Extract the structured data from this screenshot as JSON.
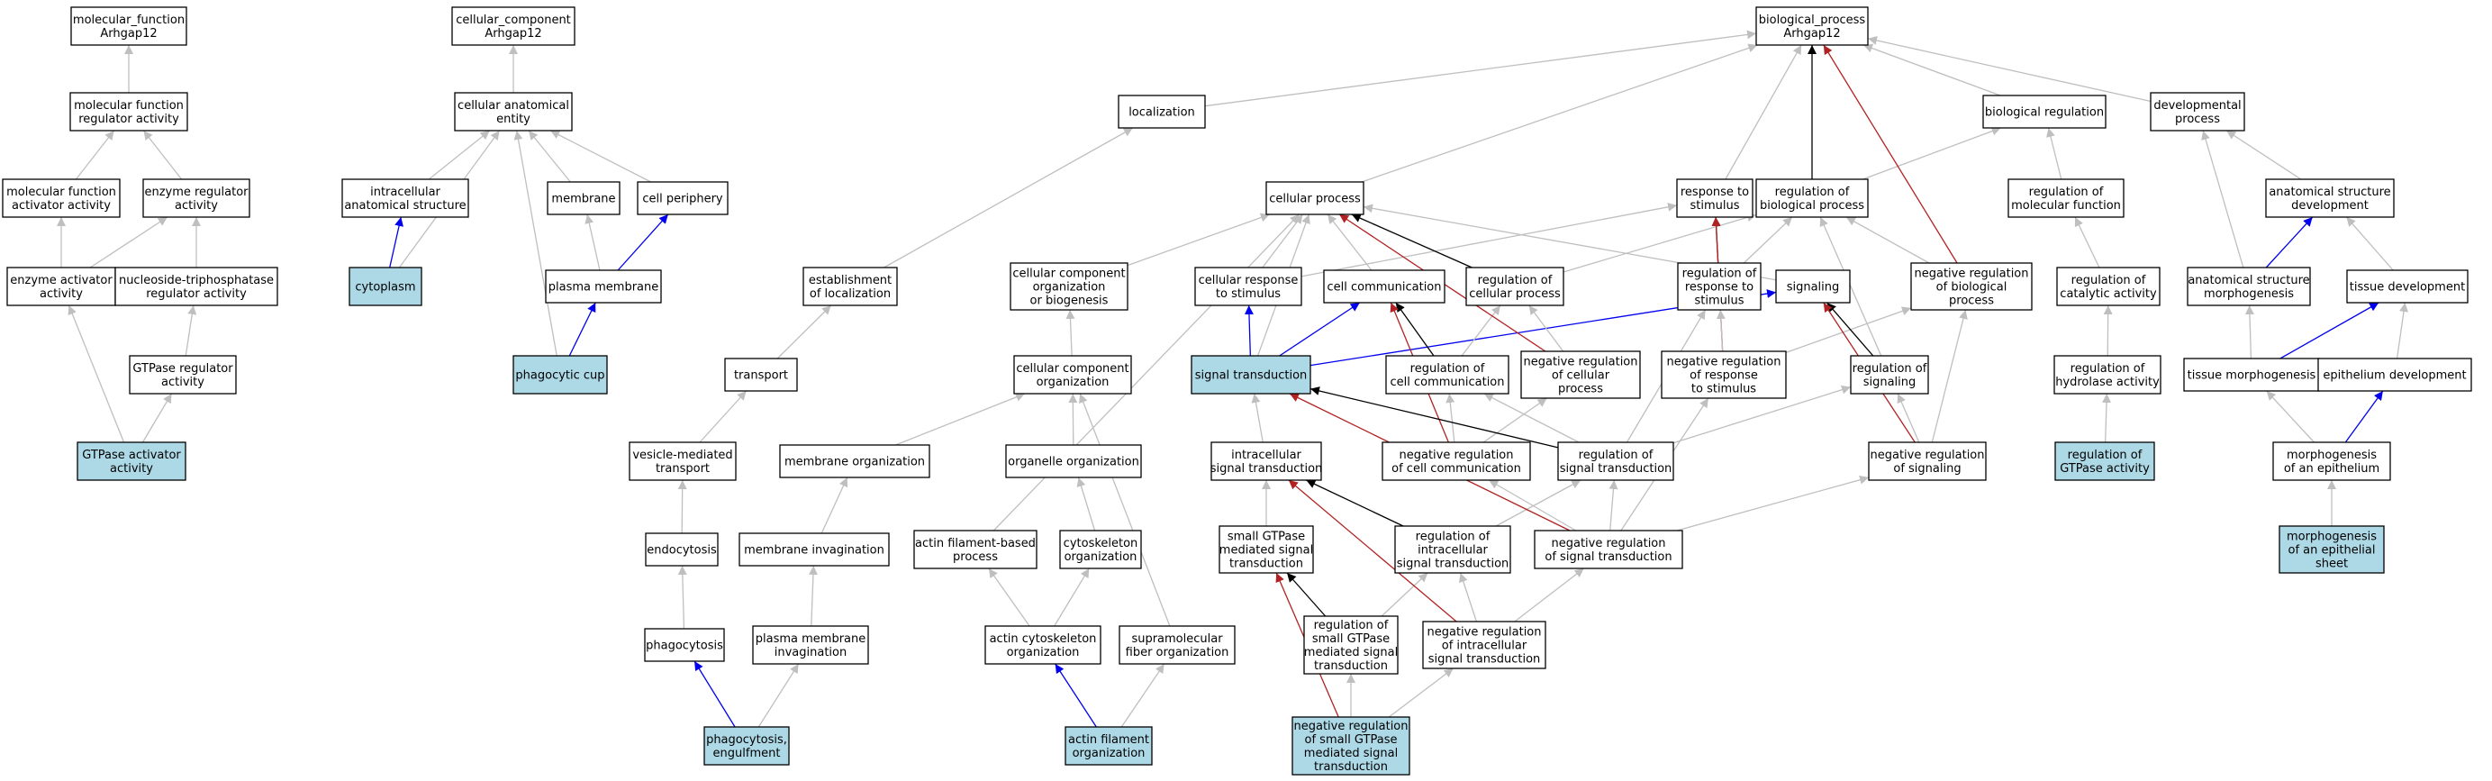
{
  "colors": {
    "highlight": "#add8e6",
    "plain": "#ffffff",
    "gray": "#bfbfbf",
    "black": "#000000",
    "red": "#b22222",
    "blue": "#0000ee"
  },
  "nodes": [
    {
      "id": "mf",
      "lines": [
        "molecular_function",
        "Arhgap12"
      ]
    },
    {
      "id": "mfra",
      "lines": [
        "molecular function",
        "regulator activity"
      ]
    },
    {
      "id": "mfaa",
      "lines": [
        "molecular function",
        "activator activity"
      ]
    },
    {
      "id": "era",
      "lines": [
        "enzyme regulator",
        "activity"
      ]
    },
    {
      "id": "eaa",
      "lines": [
        "enzyme activator",
        "activity"
      ]
    },
    {
      "id": "ntra",
      "lines": [
        "nucleoside-triphosphatase",
        "regulator activity"
      ]
    },
    {
      "id": "gtpra",
      "lines": [
        "GTPase regulator",
        "activity"
      ]
    },
    {
      "id": "gtpaa",
      "lines": [
        "GTPase activator",
        "activity"
      ],
      "hl": true
    },
    {
      "id": "cc",
      "lines": [
        "cellular_component",
        "Arhgap12"
      ]
    },
    {
      "id": "cae",
      "lines": [
        "cellular anatomical",
        "entity"
      ]
    },
    {
      "id": "ias",
      "lines": [
        "intracellular",
        "anatomical structure"
      ]
    },
    {
      "id": "memb",
      "lines": [
        "membrane"
      ]
    },
    {
      "id": "cper",
      "lines": [
        "cell periphery"
      ]
    },
    {
      "id": "cyto",
      "lines": [
        "cytoplasm"
      ],
      "hl": true
    },
    {
      "id": "pm",
      "lines": [
        "plasma membrane"
      ]
    },
    {
      "id": "pcup",
      "lines": [
        "phagocytic cup"
      ],
      "hl": true
    },
    {
      "id": "loc",
      "lines": [
        "localization"
      ]
    },
    {
      "id": "eloc",
      "lines": [
        "establishment",
        "of localization"
      ]
    },
    {
      "id": "trans",
      "lines": [
        "transport"
      ]
    },
    {
      "id": "vmt",
      "lines": [
        "vesicle-mediated",
        "transport"
      ]
    },
    {
      "id": "endo",
      "lines": [
        "endocytosis"
      ]
    },
    {
      "id": "phago",
      "lines": [
        "phagocytosis"
      ]
    },
    {
      "id": "pheng",
      "lines": [
        "phagocytosis,",
        "engulfment"
      ],
      "hl": true
    },
    {
      "id": "memorg",
      "lines": [
        "membrane organization"
      ]
    },
    {
      "id": "meminv",
      "lines": [
        "membrane invagination"
      ]
    },
    {
      "id": "pminv",
      "lines": [
        "plasma membrane",
        "invagination"
      ]
    },
    {
      "id": "ccob",
      "lines": [
        "cellular component",
        "organization",
        "or biogenesis"
      ]
    },
    {
      "id": "cco",
      "lines": [
        "cellular component",
        "organization"
      ]
    },
    {
      "id": "orgo",
      "lines": [
        "organelle organization"
      ]
    },
    {
      "id": "cysko",
      "lines": [
        "cytoskeleton",
        "organization"
      ]
    },
    {
      "id": "afbp",
      "lines": [
        "actin filament-based",
        "process"
      ]
    },
    {
      "id": "acysko",
      "lines": [
        "actin cytoskeleton",
        "organization"
      ]
    },
    {
      "id": "sfo",
      "lines": [
        "supramolecular",
        "fiber organization"
      ]
    },
    {
      "id": "afo",
      "lines": [
        "actin filament",
        "organization"
      ],
      "hl": true
    },
    {
      "id": "bp",
      "lines": [
        "biological_process",
        "Arhgap12"
      ]
    },
    {
      "id": "cp",
      "lines": [
        "cellular process"
      ]
    },
    {
      "id": "crs",
      "lines": [
        "cellular response",
        "to stimulus"
      ]
    },
    {
      "id": "ccomm",
      "lines": [
        "cell communication"
      ]
    },
    {
      "id": "rcp",
      "lines": [
        "regulation of",
        "cellular process"
      ]
    },
    {
      "id": "st",
      "lines": [
        "signal transduction"
      ],
      "hl": true
    },
    {
      "id": "rcc",
      "lines": [
        "regulation of",
        "cell communication"
      ]
    },
    {
      "id": "nrcp",
      "lines": [
        "negative regulation",
        "of cellular",
        "process"
      ]
    },
    {
      "id": "ist",
      "lines": [
        "intracellular",
        "signal transduction"
      ]
    },
    {
      "id": "nrcc",
      "lines": [
        "negative regulation",
        "of cell communication"
      ]
    },
    {
      "id": "rst",
      "lines": [
        "regulation of",
        "signal transduction"
      ]
    },
    {
      "id": "sgst",
      "lines": [
        "small GTPase",
        "mediated signal",
        "transduction"
      ]
    },
    {
      "id": "rist",
      "lines": [
        "regulation of",
        "intracellular",
        "signal transduction"
      ]
    },
    {
      "id": "nrst",
      "lines": [
        "negative regulation",
        "of signal transduction"
      ]
    },
    {
      "id": "rsgst",
      "lines": [
        "regulation of",
        "small GTPase",
        "mediated signal",
        "transduction"
      ]
    },
    {
      "id": "nrist",
      "lines": [
        "negative regulation",
        "of intracellular",
        "signal transduction"
      ]
    },
    {
      "id": "nrsgst",
      "lines": [
        "negative regulation",
        "of small GTPase",
        "mediated signal",
        "transduction"
      ],
      "hl": true
    },
    {
      "id": "rts",
      "lines": [
        "response to",
        "stimulus"
      ]
    },
    {
      "id": "rbp",
      "lines": [
        "regulation of",
        "biological process"
      ]
    },
    {
      "id": "rrs",
      "lines": [
        "regulation of",
        "response to",
        "stimulus"
      ]
    },
    {
      "id": "sig",
      "lines": [
        "signaling"
      ]
    },
    {
      "id": "nrbp",
      "lines": [
        "negative regulation",
        "of biological",
        "process"
      ]
    },
    {
      "id": "nrrs",
      "lines": [
        "negative regulation",
        "of response",
        "to stimulus"
      ]
    },
    {
      "id": "rsig",
      "lines": [
        "regulation of",
        "signaling"
      ]
    },
    {
      "id": "nrsig",
      "lines": [
        "negative regulation",
        "of signaling"
      ]
    },
    {
      "id": "breg",
      "lines": [
        "biological regulation"
      ]
    },
    {
      "id": "rmf",
      "lines": [
        "regulation of",
        "molecular function"
      ]
    },
    {
      "id": "rca",
      "lines": [
        "regulation of",
        "catalytic activity"
      ]
    },
    {
      "id": "rha",
      "lines": [
        "regulation of",
        "hydrolase activity"
      ]
    },
    {
      "id": "rgtpa",
      "lines": [
        "regulation of",
        "GTPase activity"
      ],
      "hl": true
    },
    {
      "id": "devp",
      "lines": [
        "developmental",
        "process"
      ]
    },
    {
      "id": "asd",
      "lines": [
        "anatomical structure",
        "development"
      ]
    },
    {
      "id": "asm",
      "lines": [
        "anatomical structure",
        "morphogenesis"
      ]
    },
    {
      "id": "td",
      "lines": [
        "tissue development"
      ]
    },
    {
      "id": "tm",
      "lines": [
        "tissue morphogenesis"
      ]
    },
    {
      "id": "ed",
      "lines": [
        "epithelium development"
      ]
    },
    {
      "id": "moe",
      "lines": [
        "morphogenesis",
        "of an epithelium"
      ]
    },
    {
      "id": "moes",
      "lines": [
        "morphogenesis",
        "of an epithelial",
        "sheet"
      ],
      "hl": true
    }
  ],
  "edges": [
    {
      "from": "mfra",
      "to": "mf",
      "c": "gray"
    },
    {
      "from": "mfaa",
      "to": "mfra",
      "c": "gray"
    },
    {
      "from": "era",
      "to": "mfra",
      "c": "gray"
    },
    {
      "from": "eaa",
      "to": "mfaa",
      "c": "gray"
    },
    {
      "from": "eaa",
      "to": "era",
      "c": "gray"
    },
    {
      "from": "ntra",
      "to": "era",
      "c": "gray"
    },
    {
      "from": "gtpra",
      "to": "ntra",
      "c": "gray"
    },
    {
      "from": "gtpaa",
      "to": "eaa",
      "c": "gray"
    },
    {
      "from": "gtpaa",
      "to": "gtpra",
      "c": "gray"
    },
    {
      "from": "cae",
      "to": "cc",
      "c": "gray"
    },
    {
      "from": "ias",
      "to": "cae",
      "c": "gray"
    },
    {
      "from": "memb",
      "to": "cae",
      "c": "gray"
    },
    {
      "from": "cper",
      "to": "cae",
      "c": "gray"
    },
    {
      "from": "cyto",
      "to": "ias",
      "c": "blue"
    },
    {
      "from": "cyto",
      "to": "cae",
      "c": "gray"
    },
    {
      "from": "pm",
      "to": "memb",
      "c": "gray"
    },
    {
      "from": "pm",
      "to": "cper",
      "c": "blue"
    },
    {
      "from": "pcup",
      "to": "pm",
      "c": "blue"
    },
    {
      "from": "pcup",
      "to": "cae",
      "c": "gray"
    },
    {
      "from": "loc",
      "to": "bp",
      "c": "gray"
    },
    {
      "from": "eloc",
      "to": "loc",
      "c": "gray"
    },
    {
      "from": "trans",
      "to": "eloc",
      "c": "gray"
    },
    {
      "from": "vmt",
      "to": "trans",
      "c": "gray"
    },
    {
      "from": "endo",
      "to": "vmt",
      "c": "gray"
    },
    {
      "from": "phago",
      "to": "endo",
      "c": "gray"
    },
    {
      "from": "pheng",
      "to": "phago",
      "c": "blue"
    },
    {
      "from": "pheng",
      "to": "pminv",
      "c": "gray"
    },
    {
      "from": "pminv",
      "to": "meminv",
      "c": "gray"
    },
    {
      "from": "meminv",
      "to": "memorg",
      "c": "gray"
    },
    {
      "from": "memorg",
      "to": "cco",
      "c": "gray"
    },
    {
      "from": "cco",
      "to": "ccob",
      "c": "gray"
    },
    {
      "from": "ccob",
      "to": "cp",
      "c": "gray"
    },
    {
      "from": "orgo",
      "to": "cco",
      "c": "gray"
    },
    {
      "from": "cysko",
      "to": "orgo",
      "c": "gray"
    },
    {
      "from": "acysko",
      "to": "cysko",
      "c": "gray"
    },
    {
      "from": "acysko",
      "to": "afbp",
      "c": "gray"
    },
    {
      "from": "afbp",
      "to": "cp",
      "c": "gray"
    },
    {
      "from": "afo",
      "to": "acysko",
      "c": "blue"
    },
    {
      "from": "afo",
      "to": "sfo",
      "c": "gray"
    },
    {
      "from": "sfo",
      "to": "cco",
      "c": "gray"
    },
    {
      "from": "cp",
      "to": "bp",
      "c": "gray"
    },
    {
      "from": "crs",
      "to": "cp",
      "c": "gray"
    },
    {
      "from": "crs",
      "to": "rts",
      "c": "gray"
    },
    {
      "from": "ccomm",
      "to": "cp",
      "c": "gray"
    },
    {
      "from": "rcp",
      "to": "cp",
      "c": "black"
    },
    {
      "from": "rcp",
      "to": "rbp",
      "c": "gray"
    },
    {
      "from": "st",
      "to": "crs",
      "c": "blue"
    },
    {
      "from": "st",
      "to": "ccomm",
      "c": "blue"
    },
    {
      "from": "st",
      "to": "sig",
      "c": "blue"
    },
    {
      "from": "st",
      "to": "cp",
      "c": "gray"
    },
    {
      "from": "rcc",
      "to": "ccomm",
      "c": "black"
    },
    {
      "from": "rcc",
      "to": "rcp",
      "c": "gray"
    },
    {
      "from": "nrcp",
      "to": "cp",
      "c": "red"
    },
    {
      "from": "nrcp",
      "to": "rcp",
      "c": "gray"
    },
    {
      "from": "ist",
      "to": "st",
      "c": "gray"
    },
    {
      "from": "nrcc",
      "to": "ccomm",
      "c": "red"
    },
    {
      "from": "nrcc",
      "to": "rcc",
      "c": "gray"
    },
    {
      "from": "nrcc",
      "to": "nrcp",
      "c": "gray"
    },
    {
      "from": "rst",
      "to": "st",
      "c": "black"
    },
    {
      "from": "rst",
      "to": "rcc",
      "c": "gray"
    },
    {
      "from": "rst",
      "to": "rsig",
      "c": "gray"
    },
    {
      "from": "rst",
      "to": "rrs",
      "c": "gray"
    },
    {
      "from": "sgst",
      "to": "ist",
      "c": "gray"
    },
    {
      "from": "rist",
      "to": "ist",
      "c": "black"
    },
    {
      "from": "rist",
      "to": "rst",
      "c": "gray"
    },
    {
      "from": "nrst",
      "to": "st",
      "c": "red"
    },
    {
      "from": "nrst",
      "to": "rst",
      "c": "gray"
    },
    {
      "from": "nrst",
      "to": "nrcc",
      "c": "gray"
    },
    {
      "from": "nrst",
      "to": "nrsig",
      "c": "gray"
    },
    {
      "from": "nrst",
      "to": "nrrs",
      "c": "gray"
    },
    {
      "from": "rsgst",
      "to": "sgst",
      "c": "black"
    },
    {
      "from": "rsgst",
      "to": "rist",
      "c": "gray"
    },
    {
      "from": "nrist",
      "to": "ist",
      "c": "red"
    },
    {
      "from": "nrist",
      "to": "rist",
      "c": "gray"
    },
    {
      "from": "nrist",
      "to": "nrst",
      "c": "gray"
    },
    {
      "from": "nrsgst",
      "to": "sgst",
      "c": "red"
    },
    {
      "from": "nrsgst",
      "to": "rsgst",
      "c": "gray"
    },
    {
      "from": "nrsgst",
      "to": "nrist",
      "c": "gray"
    },
    {
      "from": "rts",
      "to": "bp",
      "c": "gray"
    },
    {
      "from": "rbp",
      "to": "bp",
      "c": "black"
    },
    {
      "from": "rbp",
      "to": "breg",
      "c": "gray"
    },
    {
      "from": "rrs",
      "to": "rts",
      "c": "black"
    },
    {
      "from": "rrs",
      "to": "rbp",
      "c": "gray"
    },
    {
      "from": "sig",
      "to": "cp",
      "c": "gray"
    },
    {
      "from": "nrbp",
      "to": "bp",
      "c": "red"
    },
    {
      "from": "nrbp",
      "to": "rbp",
      "c": "gray"
    },
    {
      "from": "nrrs",
      "to": "rts",
      "c": "red"
    },
    {
      "from": "nrrs",
      "to": "rrs",
      "c": "gray"
    },
    {
      "from": "nrrs",
      "to": "nrbp",
      "c": "gray"
    },
    {
      "from": "rsig",
      "to": "sig",
      "c": "black"
    },
    {
      "from": "rsig",
      "to": "rbp",
      "c": "gray"
    },
    {
      "from": "nrsig",
      "to": "sig",
      "c": "red"
    },
    {
      "from": "nrsig",
      "to": "rsig",
      "c": "gray"
    },
    {
      "from": "nrsig",
      "to": "nrbp",
      "c": "gray"
    },
    {
      "from": "breg",
      "to": "bp",
      "c": "gray"
    },
    {
      "from": "rmf",
      "to": "breg",
      "c": "gray"
    },
    {
      "from": "rca",
      "to": "rmf",
      "c": "gray"
    },
    {
      "from": "rha",
      "to": "rca",
      "c": "gray"
    },
    {
      "from": "rgtpa",
      "to": "rha",
      "c": "gray"
    },
    {
      "from": "devp",
      "to": "bp",
      "c": "gray"
    },
    {
      "from": "asd",
      "to": "devp",
      "c": "gray"
    },
    {
      "from": "asm",
      "to": "asd",
      "c": "blue"
    },
    {
      "from": "asm",
      "to": "devp",
      "c": "gray"
    },
    {
      "from": "td",
      "to": "asd",
      "c": "gray"
    },
    {
      "from": "tm",
      "to": "asm",
      "c": "gray"
    },
    {
      "from": "tm",
      "to": "td",
      "c": "blue"
    },
    {
      "from": "ed",
      "to": "td",
      "c": "gray"
    },
    {
      "from": "moe",
      "to": "tm",
      "c": "gray"
    },
    {
      "from": "moe",
      "to": "ed",
      "c": "blue"
    },
    {
      "from": "moes",
      "to": "moe",
      "c": "gray"
    }
  ]
}
